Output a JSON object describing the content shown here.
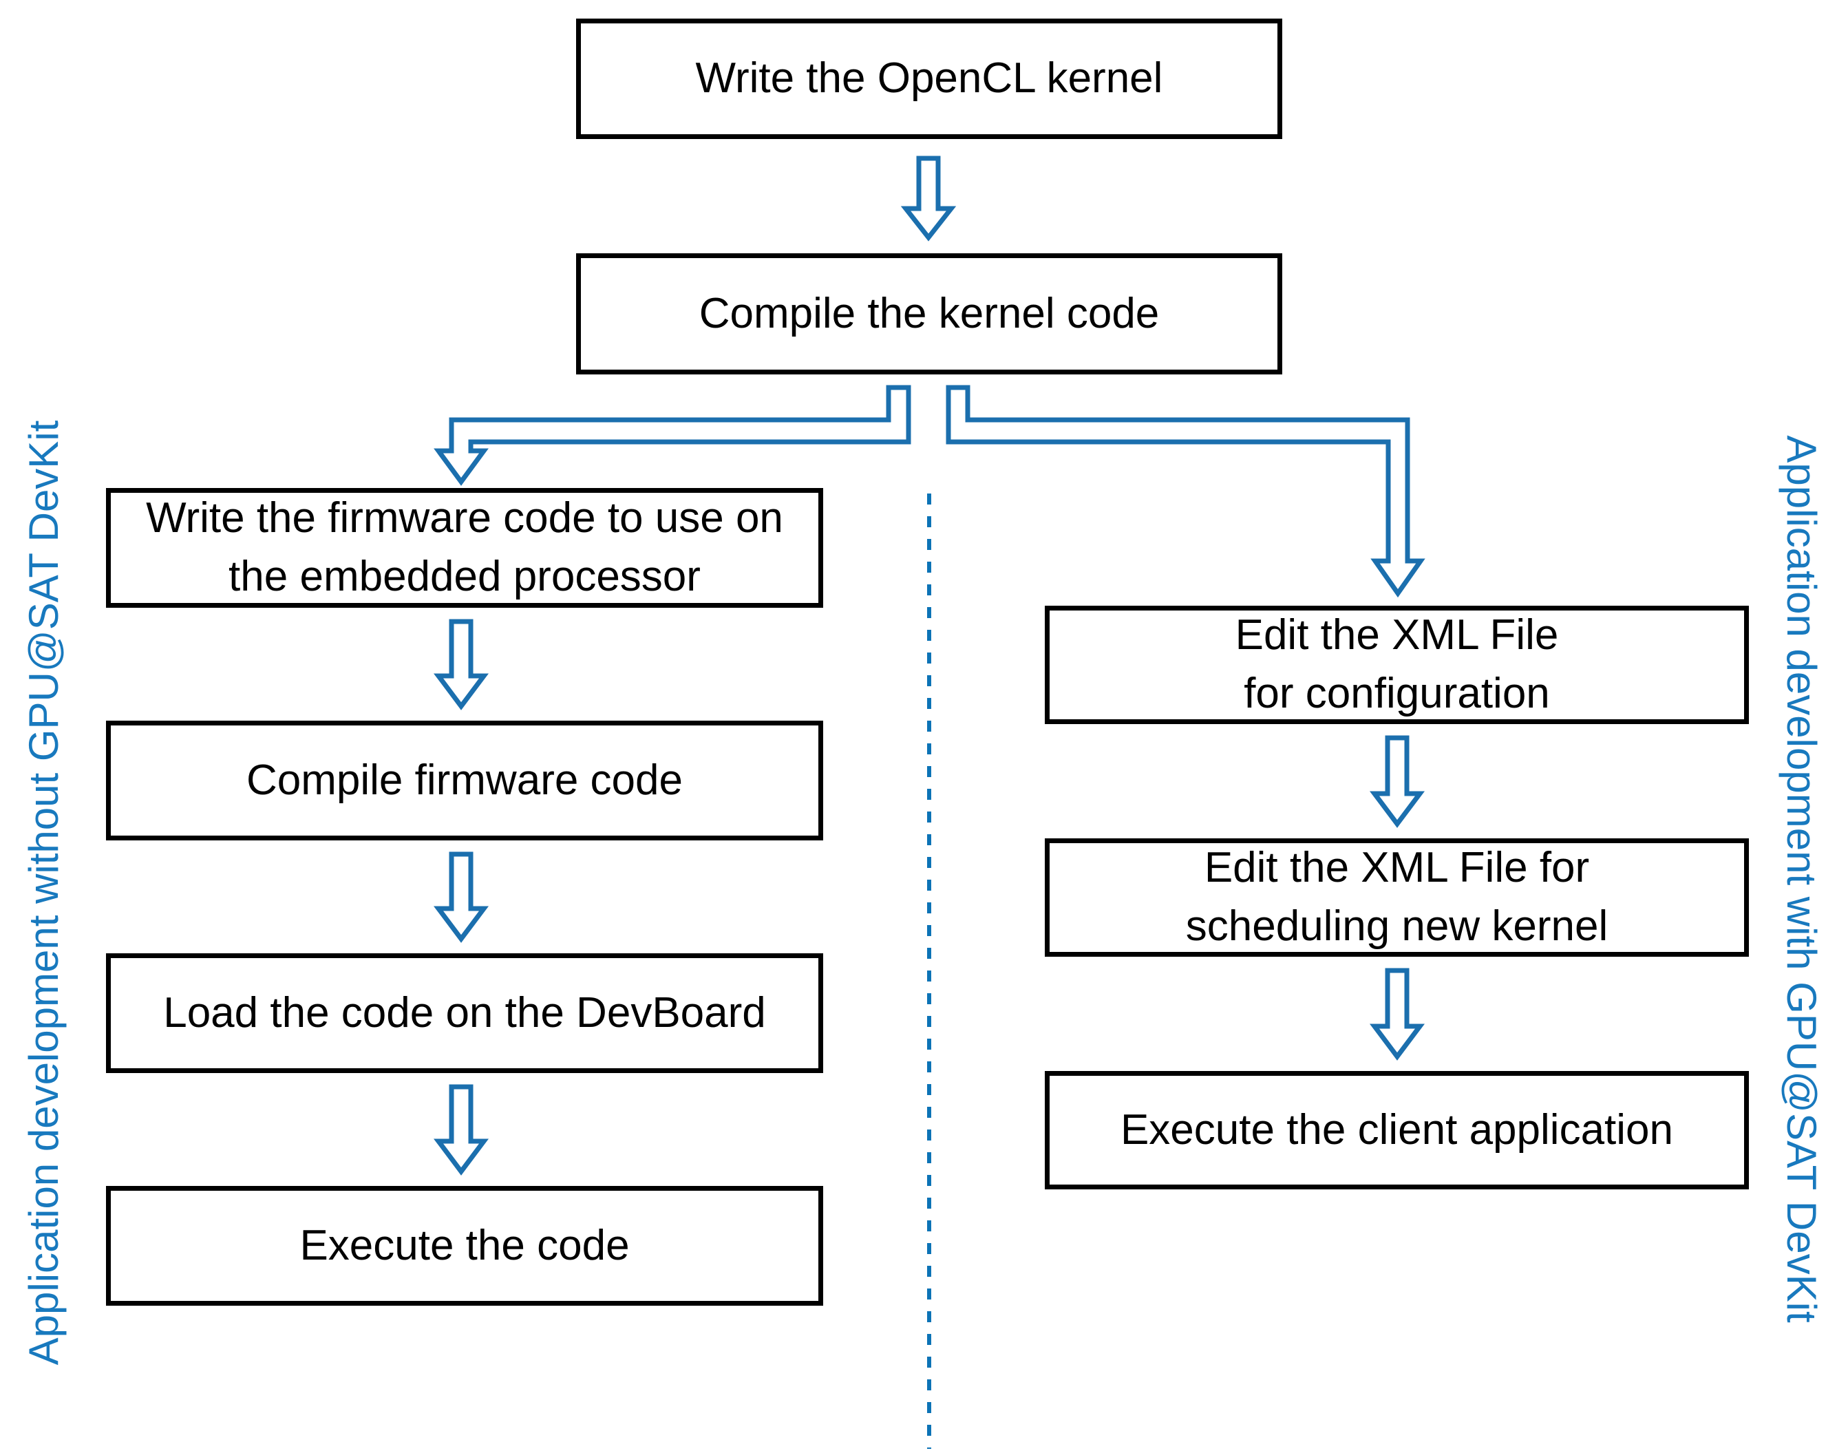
{
  "colors": {
    "background": "#ffffff",
    "box_border": "#000000",
    "box_text": "#000000",
    "arrow_blue": "#1b6fae",
    "divider_blue": "#0c73b6",
    "label_blue": "#1879be"
  },
  "lanes": {
    "left_label": "Application development without GPU@SAT DevKit",
    "right_label": "Application development with GPU@SAT DevKit"
  },
  "nodes": {
    "write_kernel": "Write the OpenCL kernel",
    "compile_kernel": "Compile the kernel code",
    "write_firmware": "Write the firmware code to use on\nthe embedded processor",
    "compile_firmware": "Compile firmware code",
    "load_devboard": "Load the code on the DevBoard",
    "execute_code": "Execute the code",
    "edit_xml_config": "Edit the XML File\nfor configuration",
    "edit_xml_schedule": "Edit the XML File for\nscheduling new kernel",
    "execute_client": "Execute the client application"
  }
}
